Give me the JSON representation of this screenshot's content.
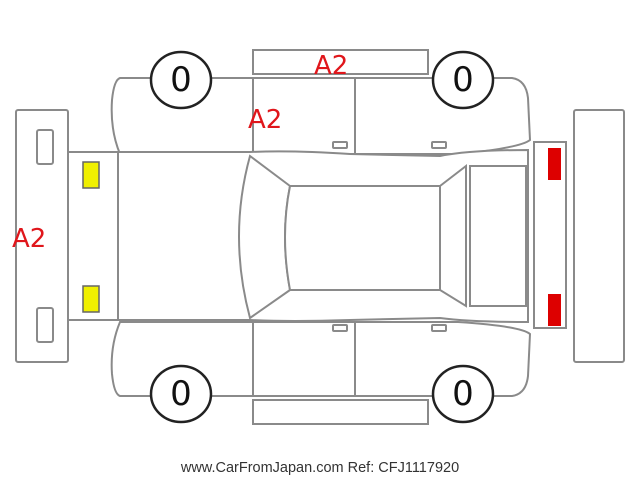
{
  "colors": {
    "outline": "#8a8a8a",
    "damage_text": "#e0161b",
    "front_light": "#f0f000",
    "rear_light": "#dd0000"
  },
  "tires": {
    "front_left": "0",
    "rear_left": "0",
    "front_right": "0",
    "rear_right": "0"
  },
  "damage_marks": {
    "roof_top": "A2",
    "upper_side": "A2",
    "front_bumper": "A2"
  },
  "lights": {
    "front": "yellow",
    "rear": "red"
  },
  "footer": "www.CarFromJapan.com Ref: CFJ1117920"
}
